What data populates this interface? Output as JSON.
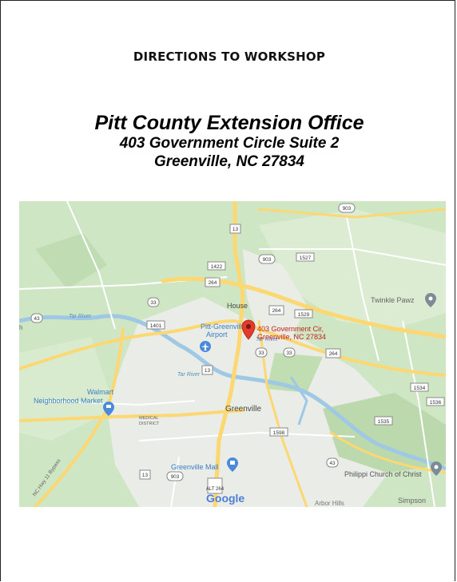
{
  "document": {
    "heading": "DIRECTIONS TO WORKSHOP",
    "venue_name": "Pitt County Extension Office",
    "address_line1": "403 Government Circle Suite 2",
    "address_line2": "Greenville, NC 27834"
  },
  "map": {
    "pin_label_line1": "403 Government Cir,",
    "pin_label_line2": "Greenville, NC 27834",
    "places": {
      "greenville": "Greenville",
      "house": "House",
      "airport_line1": "Pitt-Greenville",
      "airport_line2": "Airport",
      "walmart_line1": "Walmart",
      "walmart_line2": "Neighborhood Market",
      "medical_line1": "MEDICAL",
      "medical_line2": "DISTRICT",
      "mall": "Greenville Mall",
      "twinkle": "Twinkle Pawz",
      "church": "Philippi Church of Christ",
      "simpson": "Simpson",
      "arbor": "Arbor Hills",
      "tar_river_1": "Tar River",
      "tar_river_2": "Tar River",
      "tar_river_3": "Tar River",
      "nc_hwy": "NC Hwy 11 Bypass",
      "edge_h": "h"
    },
    "shields": {
      "s903a": "903",
      "s13a": "13",
      "s1422": "1422",
      "s903b": "903",
      "s1527": "1527",
      "s264a": "264",
      "s264b": "264",
      "s1529": "1529",
      "s43": "43",
      "s33a": "33",
      "s1401": "1401",
      "s33b": "33",
      "s33c": "33",
      "s13b": "13",
      "s264c": "264",
      "s1534": "1534",
      "s1536": "1536",
      "s1535": "1535",
      "s1598": "1598",
      "s13c": "13",
      "s903c": "903",
      "s43b": "43",
      "s264alt": "ALT 264"
    },
    "logo": "Google",
    "colors": {
      "land": "#cfe6c4",
      "urban": "#e9ece7",
      "water": "#9fc8e4",
      "road_major": "#fcd772",
      "pin": "#e33b2e",
      "poi_blue": "#4a89dc",
      "label_red": "#c5221f"
    }
  }
}
